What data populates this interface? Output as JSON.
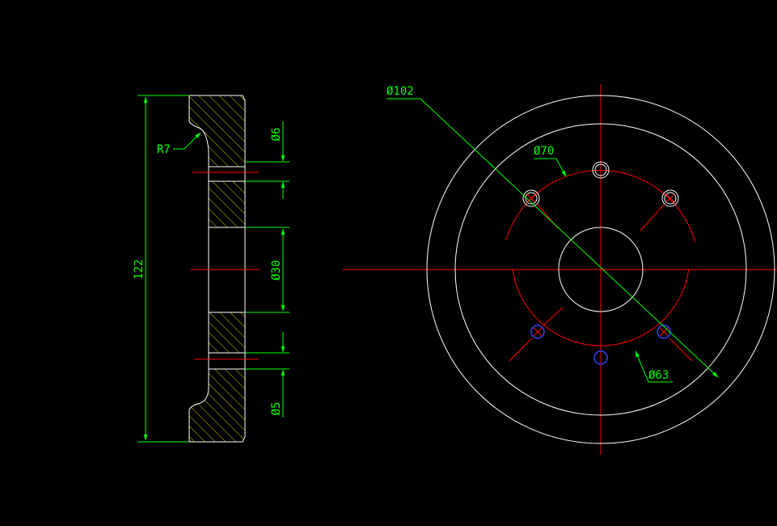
{
  "drawing": {
    "side_view": {
      "overall_height_label": "122",
      "radius_label": "R7",
      "hole_top_label": "Ø6",
      "bore_label": "Ø30",
      "hole_bottom_label": "Ø5"
    },
    "front_view": {
      "outer_diameter_label": "Ø102",
      "bolt_circle_top_label": "Ø70",
      "bolt_circle_bottom_label": "Ø63"
    },
    "colors": {
      "background": "#000000",
      "outline": "#ffffff",
      "centerline": "#ff0000",
      "dimension": "#00ff00",
      "hatch": "#cccc00",
      "hole_marker": "#3344ff"
    }
  }
}
